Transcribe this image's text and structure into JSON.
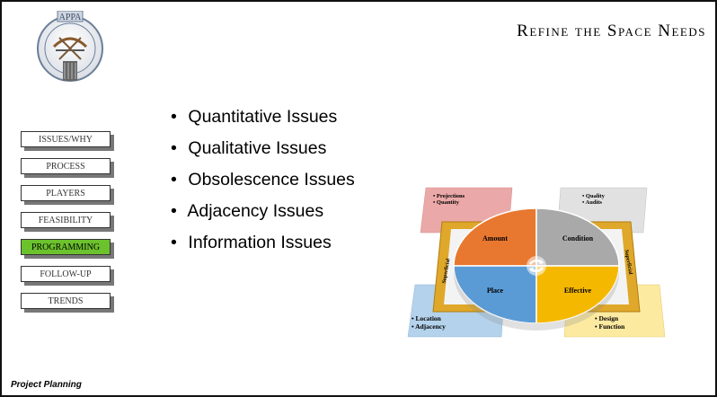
{
  "slide": {
    "title": "Refine the Space Needs",
    "footer": "Project Planning"
  },
  "logo": {
    "text": "APPA",
    "icon": "appa-seal-logo"
  },
  "nav": [
    {
      "label": "ISSUES/WHY",
      "active": false
    },
    {
      "label": "PROCESS",
      "active": false
    },
    {
      "label": "PLAYERS",
      "active": false
    },
    {
      "label": "FEASIBILITY",
      "active": false
    },
    {
      "label": "PROGRAMMING",
      "active": true
    },
    {
      "label": "FOLLOW-UP",
      "active": false
    },
    {
      "label": "TRENDS",
      "active": false
    }
  ],
  "bullets": [
    "Quantitative Issues",
    "Qualitative Issues",
    "Obsolescence Issues",
    "Adjacency Issues",
    "Information Issues"
  ],
  "diagram": {
    "quadrants": [
      "Amount",
      "Condition",
      "Place",
      "Effective"
    ],
    "corners": {
      "top_left": [
        "• Projections",
        "• Quantity"
      ],
      "top_right": [
        "• Quality",
        "• Audits"
      ],
      "bottom_left": [
        "• Location",
        "• Adjacency"
      ],
      "bottom_right": [
        "• Design",
        "• Function"
      ]
    },
    "side_labels": [
      "Superficial",
      "Superficial"
    ],
    "center_icon": "refresh-cycle-icon",
    "colors": {
      "amount": "#e8782f",
      "condition": "#a9a9a9",
      "place": "#5b9bd5",
      "effective": "#f5b800",
      "top_left_card": "#e58b8b",
      "top_right_card": "#d8d8d8",
      "bottom_left_card": "#9cc3e5",
      "bottom_right_card": "#fde58a",
      "frame": "#d8a01a",
      "active_nav": "#6cc22c"
    }
  }
}
